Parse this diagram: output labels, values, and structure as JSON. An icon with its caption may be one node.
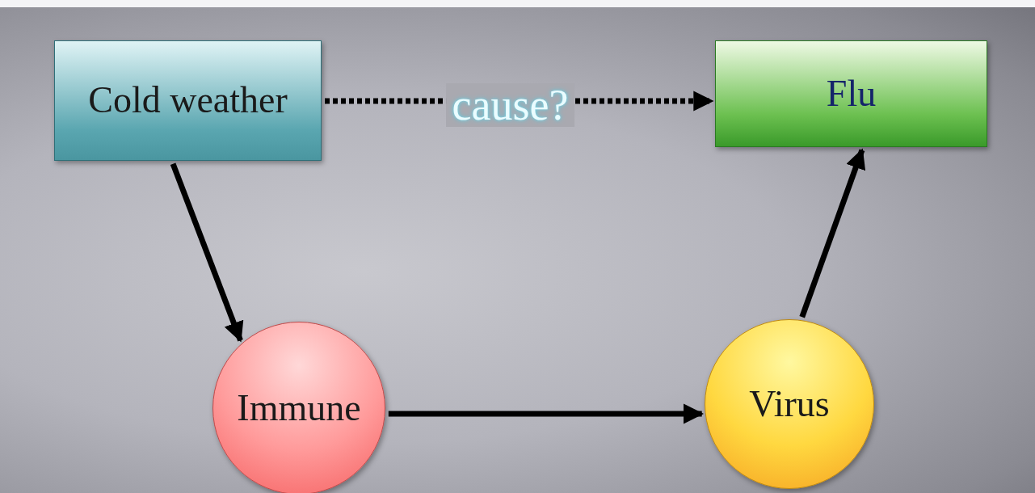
{
  "diagram": {
    "nodes": [
      {
        "text": [
          "Cold weather"
        ]
      },
      {
        "text": [
          "Flu"
        ]
      },
      {
        "text": [
          "Immune"
        ]
      },
      {
        "text": [
          "Virus"
        ]
      }
    ],
    "edges": [
      {
        "from": 0,
        "to": 1,
        "arrow": "to",
        "style": "dashed",
        "label": "cause?"
      },
      {
        "from": 0,
        "to": 2,
        "arrow": "to"
      },
      {
        "from": 2,
        "to": 3,
        "arrow": "to"
      },
      {
        "from": 3,
        "to": 1,
        "arrow": "to"
      }
    ]
  }
}
